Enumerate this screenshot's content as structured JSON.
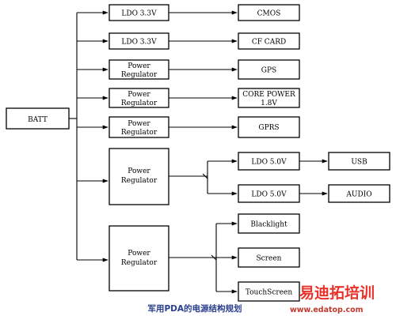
{
  "diagram": {
    "caption": "军用PDA的电源结构规划",
    "source": "BATT",
    "first_stage": [
      {
        "id": "ldo33a",
        "lines": [
          "LDO 3.3V"
        ]
      },
      {
        "id": "ldo33b",
        "lines": [
          "LDO 3.3V"
        ]
      },
      {
        "id": "pr1",
        "lines": [
          "Power",
          "Regulator"
        ]
      },
      {
        "id": "pr2",
        "lines": [
          "Power",
          "Regulator"
        ]
      },
      {
        "id": "pr3",
        "lines": [
          "Power",
          "Regulator"
        ]
      },
      {
        "id": "pr4",
        "lines": [
          "Power",
          "Regulator"
        ]
      },
      {
        "id": "pr5",
        "lines": [
          "Power",
          "Regulator"
        ]
      }
    ],
    "second_stage": [
      {
        "id": "cmos",
        "lines": [
          "CMOS"
        ]
      },
      {
        "id": "cfcard",
        "lines": [
          "CF CARD"
        ]
      },
      {
        "id": "gps",
        "lines": [
          "GPS"
        ]
      },
      {
        "id": "corepower",
        "lines": [
          "CORE POWER",
          "1.8V"
        ]
      },
      {
        "id": "gprs",
        "lines": [
          "GPRS"
        ]
      },
      {
        "id": "ldo50a",
        "lines": [
          "LDO 5.0V"
        ]
      },
      {
        "id": "ldo50b",
        "lines": [
          "LDO 5.0V"
        ]
      },
      {
        "id": "backlight",
        "lines": [
          "Blacklight"
        ]
      },
      {
        "id": "screen",
        "lines": [
          "Screen"
        ]
      },
      {
        "id": "touchscreen",
        "lines": [
          "TouchScreen"
        ]
      }
    ],
    "third_stage": [
      {
        "id": "usb",
        "lines": [
          "USB"
        ]
      },
      {
        "id": "audio",
        "lines": [
          "AUDIO"
        ]
      }
    ],
    "connections": [
      [
        "BATT",
        "ldo33a"
      ],
      [
        "BATT",
        "ldo33b"
      ],
      [
        "BATT",
        "pr1"
      ],
      [
        "BATT",
        "pr2"
      ],
      [
        "BATT",
        "pr3"
      ],
      [
        "BATT",
        "pr4"
      ],
      [
        "BATT",
        "pr5"
      ],
      [
        "ldo33a",
        "cmos"
      ],
      [
        "ldo33b",
        "cfcard"
      ],
      [
        "pr1",
        "gps"
      ],
      [
        "pr2",
        "corepower"
      ],
      [
        "pr3",
        "gprs"
      ],
      [
        "pr4",
        "ldo50a"
      ],
      [
        "pr4",
        "ldo50b"
      ],
      [
        "ldo50a",
        "usb"
      ],
      [
        "ldo50b",
        "audio"
      ],
      [
        "pr5",
        "backlight"
      ],
      [
        "pr5",
        "screen"
      ],
      [
        "pr5",
        "touchscreen"
      ]
    ]
  },
  "watermark": {
    "brand": "易迪拓培训",
    "url": "www.edatop.com",
    "brand_color": "#e8322b"
  }
}
